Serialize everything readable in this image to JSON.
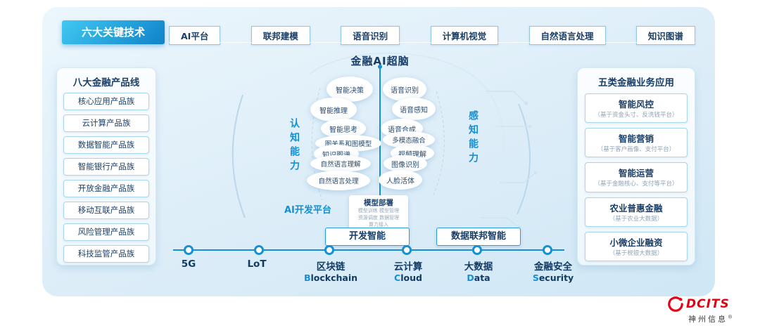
{
  "colors": {
    "accent": "#1590d2",
    "dark": "#1b3f66",
    "logo_red": "#e60012"
  },
  "header": {
    "main_button": "六大关键技术",
    "technologies": [
      "AI平台",
      "联邦建模",
      "语音识别",
      "计算机视觉",
      "自然语言处理",
      "知识图谱"
    ]
  },
  "left_panel": {
    "title": "八大金融产品线",
    "items": [
      "核心应用产品族",
      "云计算产品族",
      "数据智能产品族",
      "智能银行产品族",
      "开放金融产品族",
      "移动互联产品族",
      "风险管理产品族",
      "科技监管产品族"
    ]
  },
  "right_panel": {
    "title": "五类金融业务应用",
    "items": [
      {
        "title": "智能风控",
        "subtitle": "（基于资金头寸、反洗钱平台）"
      },
      {
        "title": "智能营销",
        "subtitle": "（基于客户画像、支付平台）"
      },
      {
        "title": "智能运营",
        "subtitle": "（基于金融核心、支付等平台）"
      },
      {
        "title": "农业普惠金融",
        "subtitle": "（基于农业大数据）"
      },
      {
        "title": "小微企业融资",
        "subtitle": "（基于税银大数据）"
      }
    ]
  },
  "brain": {
    "title": "金融AI超脑",
    "left_label": "认知能力",
    "right_label": "感知能力",
    "cognitive": [
      "智能决策",
      "智能推理",
      "智能思考",
      "图关系和图模型",
      "知识图谱",
      "自然语言理解",
      "自然语言处理"
    ],
    "perception": [
      "语音识别",
      "语音感知",
      "语音合成",
      "多模态融合",
      "视频理解",
      "图像识别",
      "人脸活体"
    ],
    "platform_label": "AI开发平台",
    "deploy": {
      "title": "模型部署",
      "lines": [
        "模型训练 模型管理",
        "资源调度 数据管理",
        "算力接入"
      ]
    },
    "dev_box": "开发智能",
    "fed_box": "数据联邦智能"
  },
  "timeline": {
    "items": [
      {
        "label": "5G",
        "en_first": "",
        "en_rest": ""
      },
      {
        "label": "LoT",
        "en_first": "",
        "en_rest": ""
      },
      {
        "label": "区块链",
        "en_first": "B",
        "en_rest": "lockchain"
      },
      {
        "label": "云计算",
        "en_first": "C",
        "en_rest": "loud"
      },
      {
        "label": "大数据",
        "en_first": "D",
        "en_rest": "ata"
      },
      {
        "label": "金融安全",
        "en_first": "S",
        "en_rest": "ecurity"
      }
    ]
  },
  "logo": {
    "brand": "DCITS",
    "company": "神州信息",
    "reg": "®"
  }
}
